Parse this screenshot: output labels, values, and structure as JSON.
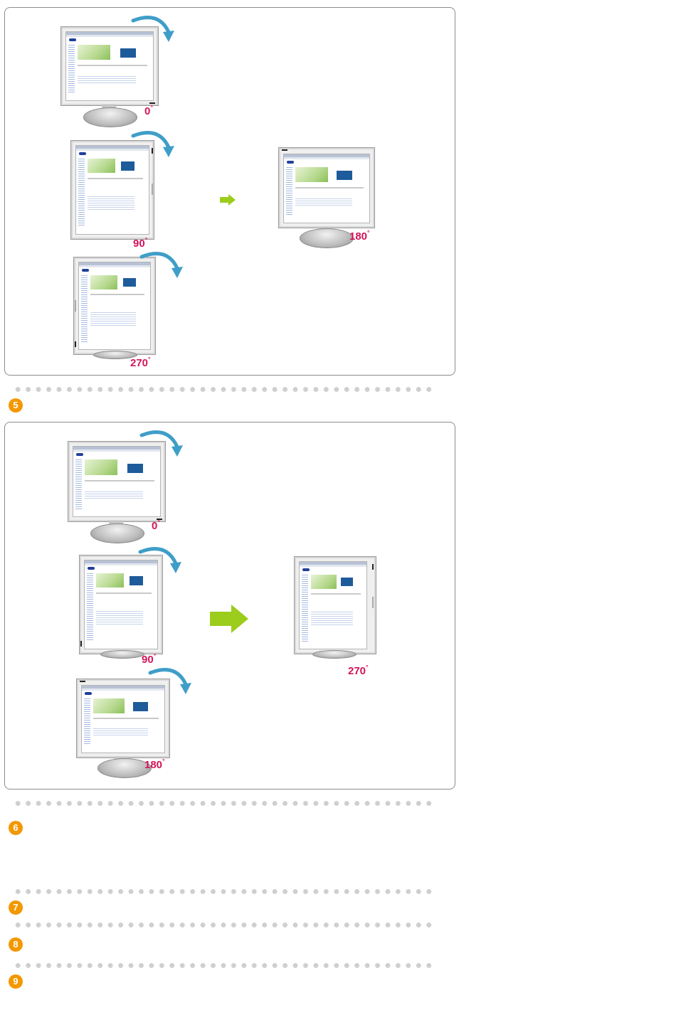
{
  "panel1": {
    "labels": {
      "deg0": "0",
      "deg90": "90",
      "deg270": "270",
      "deg180": "180",
      "unit": "°"
    }
  },
  "panel2": {
    "labels": {
      "deg0": "0",
      "deg90": "90",
      "deg180": "180",
      "deg270": "270",
      "unit": "°"
    }
  },
  "steps": [
    "5",
    "6",
    "7",
    "8",
    "9"
  ],
  "colors": {
    "degree_label": "#d4145a",
    "arrow_green": "#9ccc1c",
    "rotate_arrow": "#3f9ec8",
    "step_badge": "#f39800"
  }
}
